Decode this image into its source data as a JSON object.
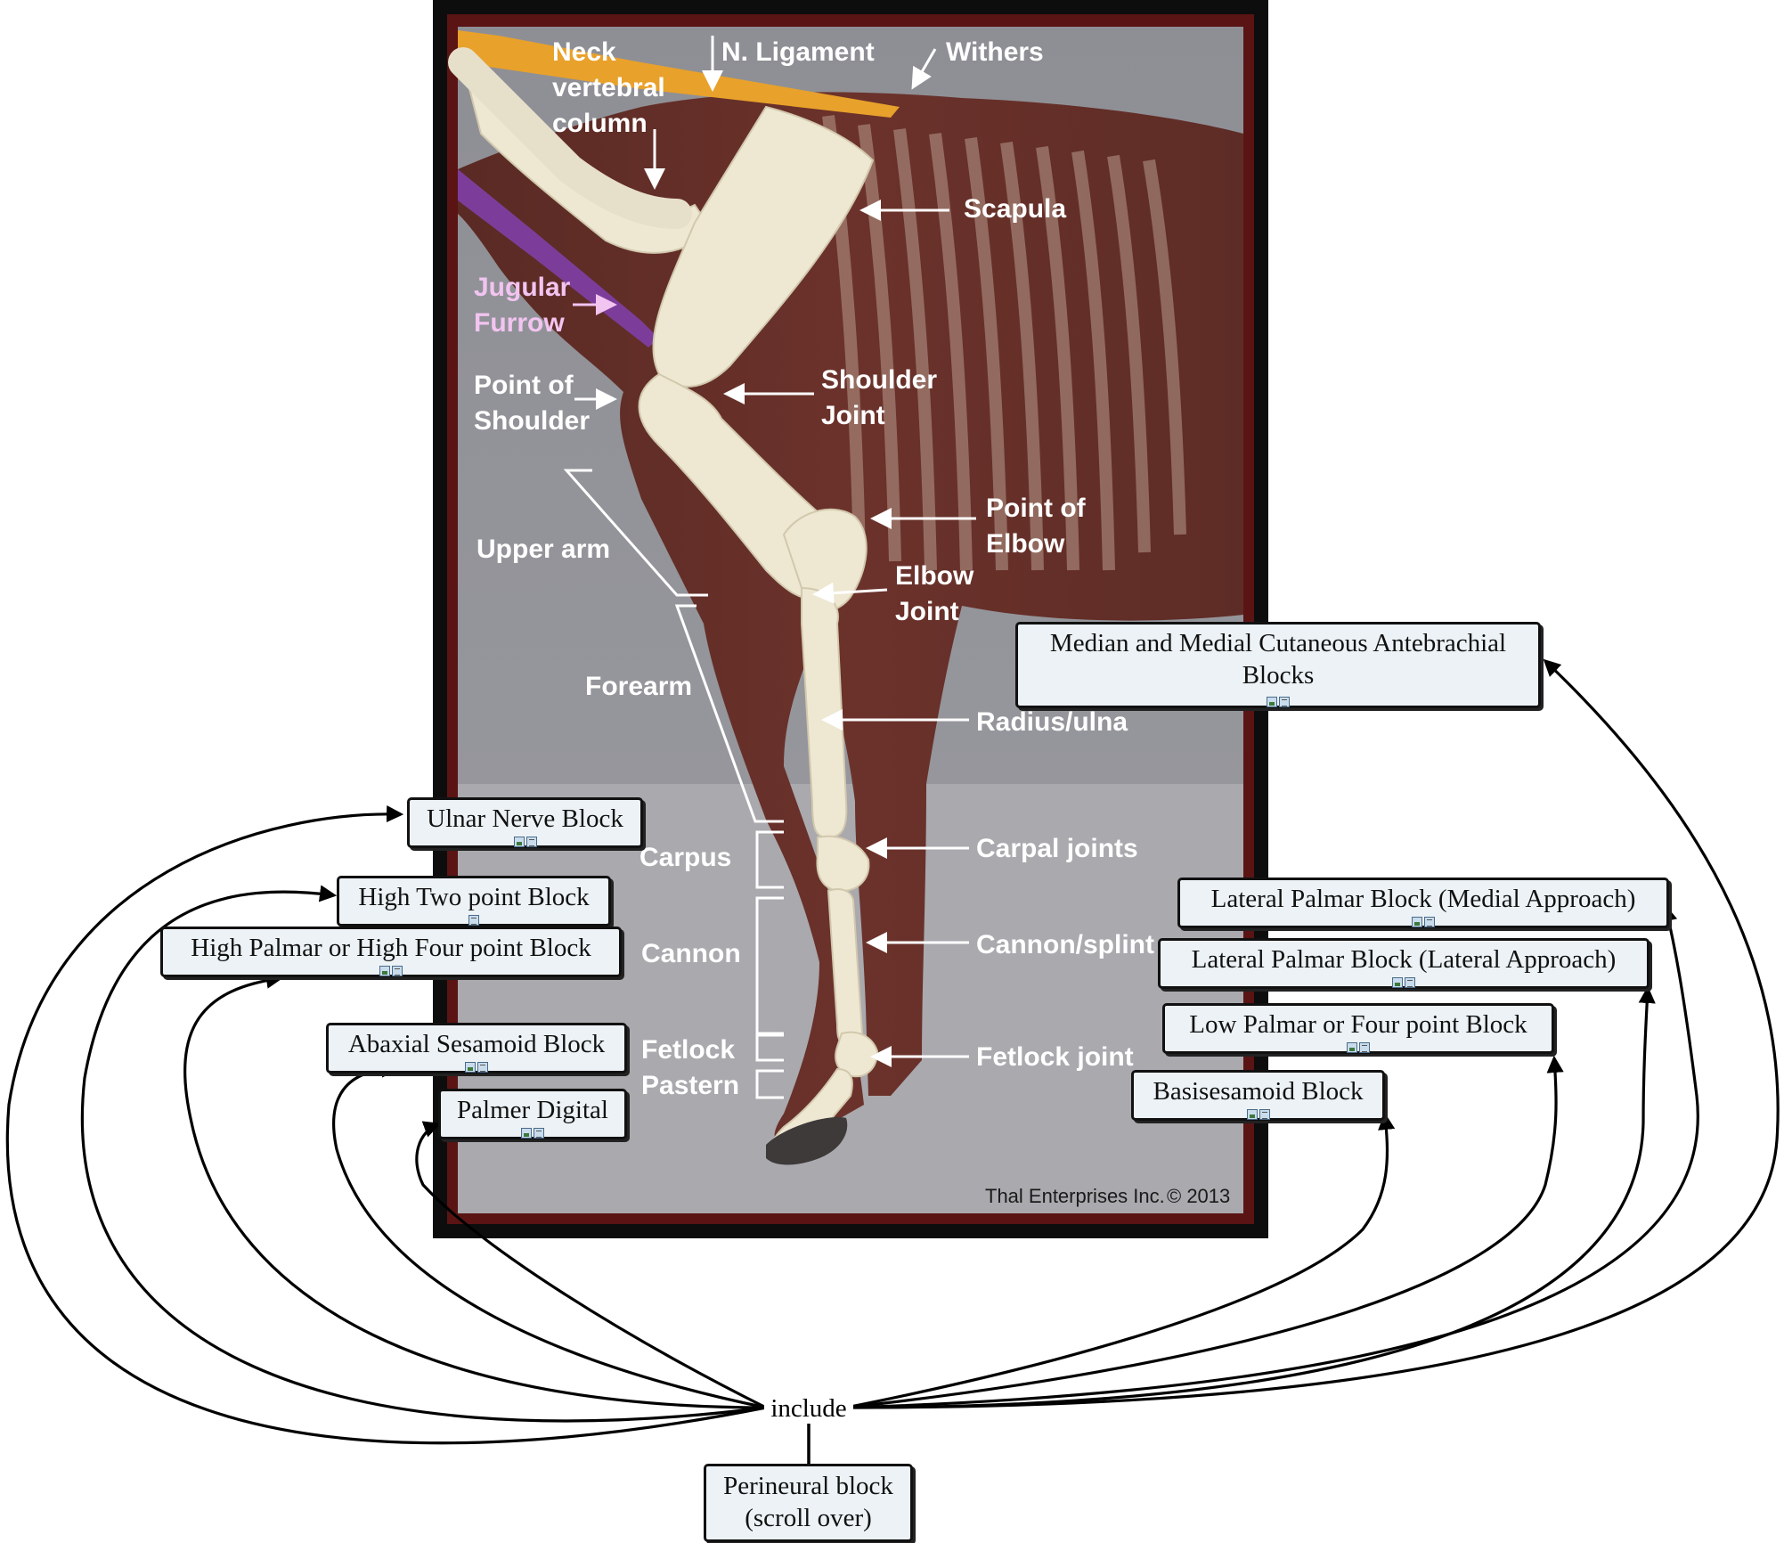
{
  "photo": {
    "labels": {
      "neck": "Neck",
      "vertebral": "vertebral",
      "column": "column",
      "n_ligament": "N. Ligament",
      "withers": "Withers",
      "scapula": "Scapula",
      "jugular": "Jugular",
      "furrow": "Furrow",
      "point_of_1": "Point of",
      "shoulder": "Shoulder",
      "shoulder_2": "Shoulder",
      "joint_1": "Joint",
      "upper_arm": "Upper arm",
      "point_of_2": "Point of",
      "elbow": "Elbow",
      "elbow_2": "Elbow",
      "joint_2": "Joint",
      "forearm": "Forearm",
      "radius_ulna": "Radius/ulna",
      "carpus": "Carpus",
      "carpal_joints": "Carpal joints",
      "cannon": "Cannon",
      "cannon_splint": "Cannon/splint",
      "fetlock": "Fetlock",
      "pastern": "Pastern",
      "fetlock_joint": "Fetlock joint"
    },
    "credit_company": "Thal Enterprises Inc.",
    "credit_year": "© 2013"
  },
  "nodes": {
    "ulnar": "Ulnar Nerve Block",
    "high_two": "High Two point Block",
    "high_palmar": "High Palmar or High Four point Block",
    "abaxial": "Abaxial Sesamoid Block",
    "palmer_digital": "Palmer Digital",
    "median": "Median and Medial Cutaneous Antebrachial Blocks",
    "lateral_medial": "Lateral Palmar Block (Medial Approach)",
    "lateral_lateral": "Lateral Palmar Block (Lateral Approach)",
    "low_palmar": "Low Palmar or Four point Block",
    "basisesamoid": "Basisesamoid Block"
  },
  "relation": "include",
  "root": {
    "line1": "Perineural block",
    "line2": "(scroll over)"
  }
}
